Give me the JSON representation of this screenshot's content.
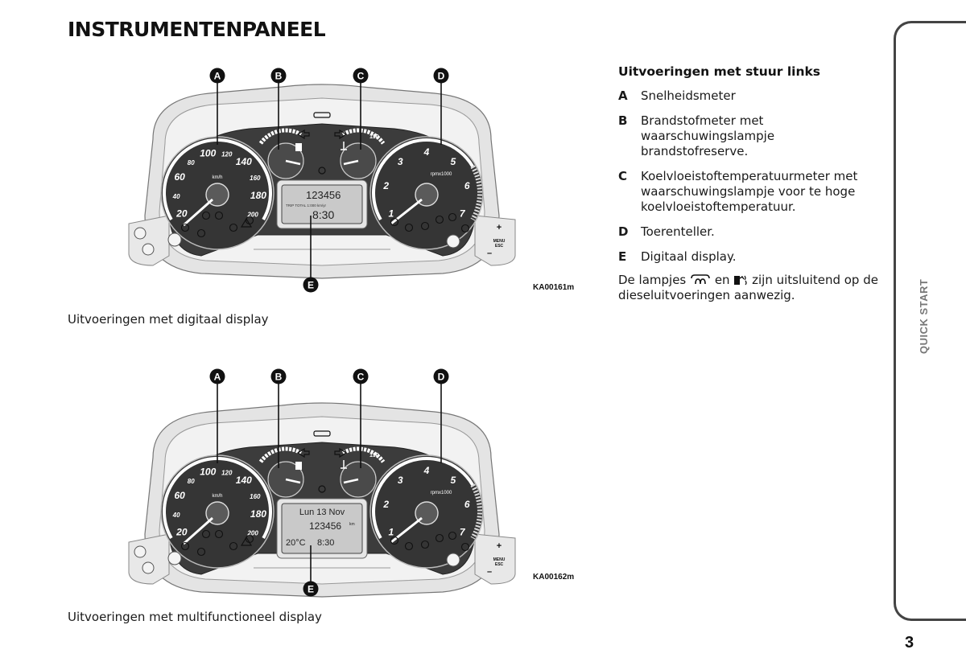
{
  "page": {
    "title": "INSTRUMENTENPANEEL",
    "number": "3",
    "side_tab": "QUICK START"
  },
  "figures": [
    {
      "code": "KA00161m",
      "caption": "Uitvoeringen met digitaal display",
      "callouts": [
        "A",
        "B",
        "C",
        "D",
        "E"
      ],
      "speed_labels": [
        "20",
        "40",
        "60",
        "80",
        "100",
        "120",
        "140",
        "160",
        "180",
        "200"
      ],
      "speed_unit": "km/h",
      "rpm_labels": [
        "1",
        "2",
        "3",
        "4",
        "5",
        "6",
        "7"
      ],
      "rpm_unit": "rpmx1000",
      "temp_label": "130",
      "display": {
        "odo": "123456",
        "trip": "8:30",
        "small": "TRIP TOTAL 1:000 km/yr"
      }
    },
    {
      "code": "KA00162m",
      "caption": "Uitvoeringen met multifunctioneel display",
      "callouts": [
        "A",
        "B",
        "C",
        "D",
        "E"
      ],
      "speed_labels": [
        "20",
        "40",
        "60",
        "80",
        "100",
        "120",
        "140",
        "160",
        "180",
        "200"
      ],
      "speed_unit": "km/h",
      "rpm_labels": [
        "1",
        "2",
        "3",
        "4",
        "5",
        "6",
        "7"
      ],
      "rpm_unit": "rpmx1000",
      "temp_label": "130",
      "display": {
        "date": "Lun 13 Nov",
        "odo": "123456",
        "unit": "km",
        "temp": "20°C",
        "time": "8:30"
      }
    }
  ],
  "menu_label": "MENU\nESC",
  "legend": {
    "heading": "Uitvoeringen met stuur links",
    "items": [
      {
        "letter": "A",
        "text": "Snelheidsmeter"
      },
      {
        "letter": "B",
        "text": "Brandstofmeter met waarschuwingslampje brandstofreserve."
      },
      {
        "letter": "C",
        "text": "Koelvloeistoftemperatuurmeter met waarschuwingslampje voor te hoge koelvloeistoftemperatuur."
      },
      {
        "letter": "D",
        "text": "Toerenteller."
      },
      {
        "letter": "E",
        "text": "Digitaal display."
      }
    ],
    "note_before": "De lampjes",
    "note_middle": "en",
    "note_after": "zijn uitsluitend op de dieseluitvoeringen aanwezig.",
    "note_icon_1": "glow-plug-icon",
    "note_icon_2": "water-in-fuel-icon"
  }
}
